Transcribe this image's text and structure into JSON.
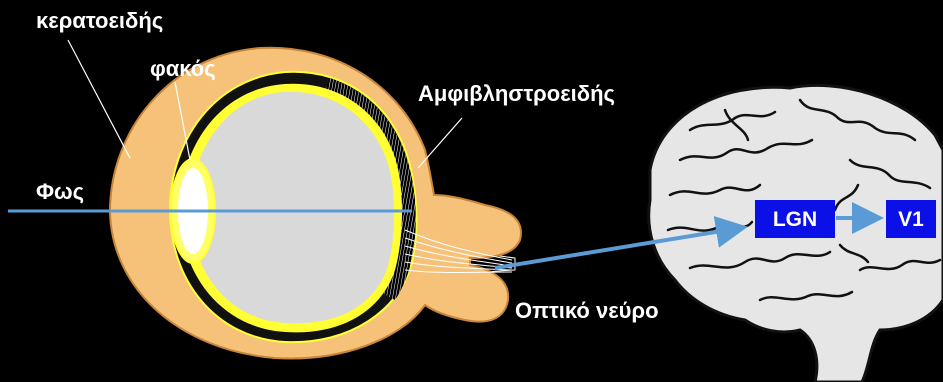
{
  "labels": {
    "cornea": "κερατοειδής",
    "lens": "φακός",
    "retina": "Αμφιβληστροειδής",
    "light": "Φως",
    "optic_nerve": "Οπτικό νεύρο"
  },
  "boxes": {
    "lgn": "LGN",
    "v1": "V1"
  },
  "colors": {
    "background": "#000000",
    "sclera": "#f6c27a",
    "sclera_outline": "#c9863a",
    "inner_yellow": "#ffff33",
    "vitreous": "#d9d9d9",
    "arrow": "#5b9bd5",
    "box_fill": "#0a10e6",
    "brain": "#e6e6e6"
  }
}
